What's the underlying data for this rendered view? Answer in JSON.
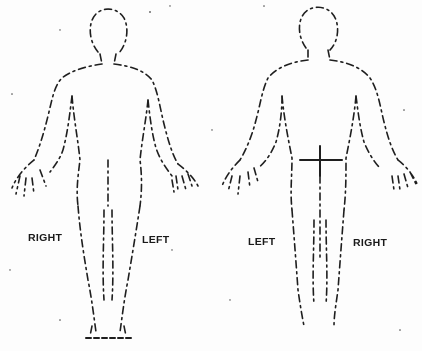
{
  "figures": {
    "front": {
      "right_label": "RIGHT",
      "left_label": "LEFT"
    },
    "back": {
      "left_label": "LEFT",
      "right_label": "RIGHT"
    }
  },
  "colors": {
    "ink": "#1e1e1e",
    "paper": "#fdfdfd"
  }
}
